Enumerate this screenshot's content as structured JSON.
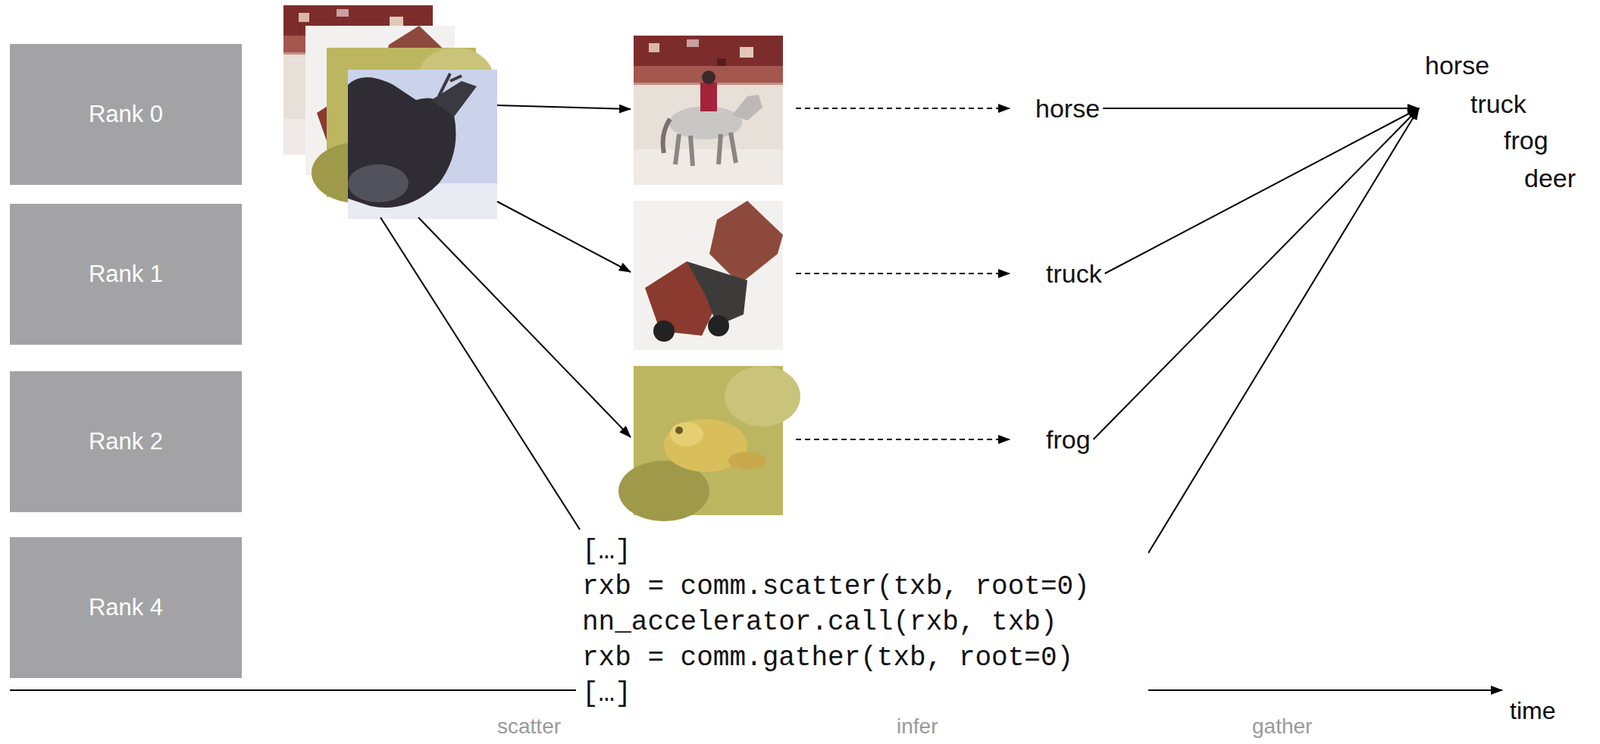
{
  "diagram": {
    "nodes": [
      {
        "text": [
          "Rank 0"
        ]
      },
      {
        "text": [
          "Rank 1"
        ]
      },
      {
        "text": [
          "Rank 2"
        ]
      },
      {
        "text": [
          "Rank 4"
        ]
      },
      {
        "text": [
          "horse"
        ]
      },
      {
        "text": [
          "truck"
        ]
      },
      {
        "text": [
          "frog"
        ]
      },
      {
        "text": [
          "horse",
          "truck",
          "frog",
          "deer"
        ]
      },
      {
        "text": [
          "[…]",
          "rxb = comm.scatter(txb, root=0)",
          "nn_accelerator.call(rxb, txb)",
          "rxb = comm.gather(txb, root=0)",
          "[…]"
        ]
      }
    ],
    "edges": [
      {
        "from": 4,
        "to": 7,
        "arrow": "to"
      },
      {
        "from": 5,
        "to": 7,
        "arrow": "to"
      },
      {
        "from": 6,
        "to": 7,
        "arrow": "to"
      },
      {
        "from": 8,
        "to": 7,
        "arrow": "to"
      }
    ],
    "labels": [
      "scatter",
      "infer",
      "gather",
      "time"
    ]
  }
}
